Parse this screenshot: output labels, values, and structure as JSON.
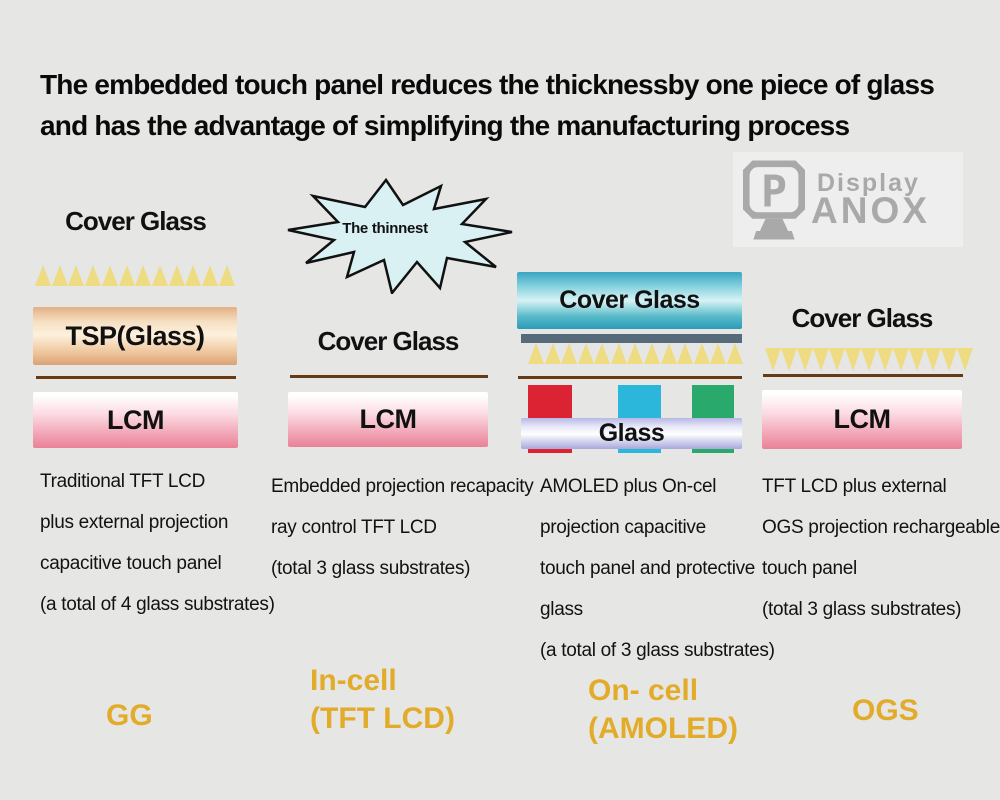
{
  "title": {
    "line1": "The embedded touch panel reduces the thicknessby one piece of glass",
    "line2": "and has the advantage of simplifying the manufacturing process"
  },
  "logo": {
    "monogram": "P",
    "brand_top": "Display",
    "brand_bottom": "ANOX"
  },
  "colors": {
    "background": "#e6e6e5",
    "gold_label": "#e2ac2a",
    "triangle_yellow": "#eedc82",
    "brown_line": "#663a12",
    "slate_bar": "#566b79",
    "red_square": "#dc2334",
    "cyan_square": "#2ab7db",
    "green_square": "#2aa96d",
    "tsp_peach": "#efc69d",
    "lcm_pink": "#ea8197",
    "cover_teal": "#2c9bb9",
    "glass_lavender": "#a8a8db",
    "burst_cyan": "#d9f1f3",
    "logo_gray": "#a9a9a9"
  },
  "columns": [
    {
      "cover_label": "Cover Glass",
      "tsp_label": "TSP(Glass)",
      "lcm_label": "LCM",
      "triangle_count": 12,
      "description": [
        "Traditional TFT LCD",
        "plus external projection",
        "capacitive touch panel",
        "(a total of 4 glass substrates)"
      ],
      "type_line1": "GG"
    },
    {
      "badge": "The thinnest",
      "cover_label": "Cover Glass",
      "lcm_label": "LCM",
      "description": [
        "Embedded projection recapacity",
        "ray control TFT LCD",
        "(total 3 glass substrates)"
      ],
      "type_line1": "In-cell",
      "type_line2": "(TFT LCD)"
    },
    {
      "cover_label": "Cover Glass",
      "glass_label": "Glass",
      "triangle_count": 13,
      "description": [
        "AMOLED plus On-cel",
        "projection capacitive",
        "touch panel and protective",
        "glass",
        "(a total of 3 glass substrates)"
      ],
      "type_line1": "On- cell",
      "type_line2": "(AMOLED)"
    },
    {
      "cover_label": "Cover Glass",
      "lcm_label": "LCM",
      "triangle_count": 13,
      "description": [
        "TFT LCD plus external",
        "OGS projection rechargeable",
        "touch panel",
        "(total 3 glass substrates)"
      ],
      "type_line1": "OGS"
    }
  ]
}
